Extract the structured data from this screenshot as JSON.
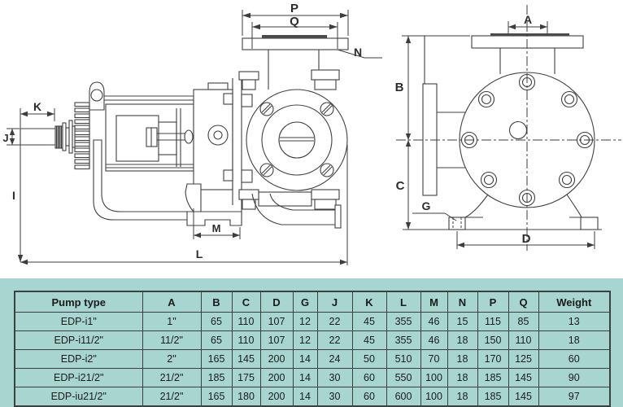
{
  "drawing": {
    "side_view": {
      "labels": {
        "p": "P",
        "q": "Q",
        "n": "N",
        "k": "K",
        "j": "J",
        "i": "I",
        "m": "M",
        "l": "L"
      }
    },
    "front_view": {
      "labels": {
        "a": "A",
        "b": "B",
        "c": "C",
        "g": "G",
        "d": "D"
      }
    }
  },
  "table": {
    "headers": [
      "Pump type",
      "A",
      "B",
      "C",
      "D",
      "G",
      "J",
      "K",
      "L",
      "M",
      "N",
      "P",
      "Q",
      "Weight"
    ],
    "rows": [
      [
        "EDP-i1\"",
        "1\"",
        "65",
        "110",
        "107",
        "12",
        "22",
        "45",
        "355",
        "46",
        "15",
        "115",
        "85",
        "13"
      ],
      [
        "EDP-i11/2\"",
        "11/2\"",
        "65",
        "110",
        "107",
        "12",
        "22",
        "45",
        "355",
        "46",
        "18",
        "150",
        "110",
        "18"
      ],
      [
        "EDP-i2\"",
        "2\"",
        "165",
        "145",
        "200",
        "14",
        "24",
        "50",
        "510",
        "70",
        "18",
        "170",
        "125",
        "60"
      ],
      [
        "EDP-i21/2\"",
        "21/2\"",
        "185",
        "175",
        "200",
        "14",
        "30",
        "60",
        "550",
        "100",
        "18",
        "185",
        "145",
        "90"
      ],
      [
        "EDP-iu21/2\"",
        "21/2\"",
        "165",
        "180",
        "200",
        "14",
        "30",
        "60",
        "600",
        "100",
        "18",
        "185",
        "145",
        "97"
      ]
    ]
  },
  "colors": {
    "band_background": "#a7d5d0",
    "drawing_line": "#404040",
    "table_border": "#3f3f3f",
    "text": "#1b1b1b",
    "gasket_fill": "#4a4a4a"
  }
}
